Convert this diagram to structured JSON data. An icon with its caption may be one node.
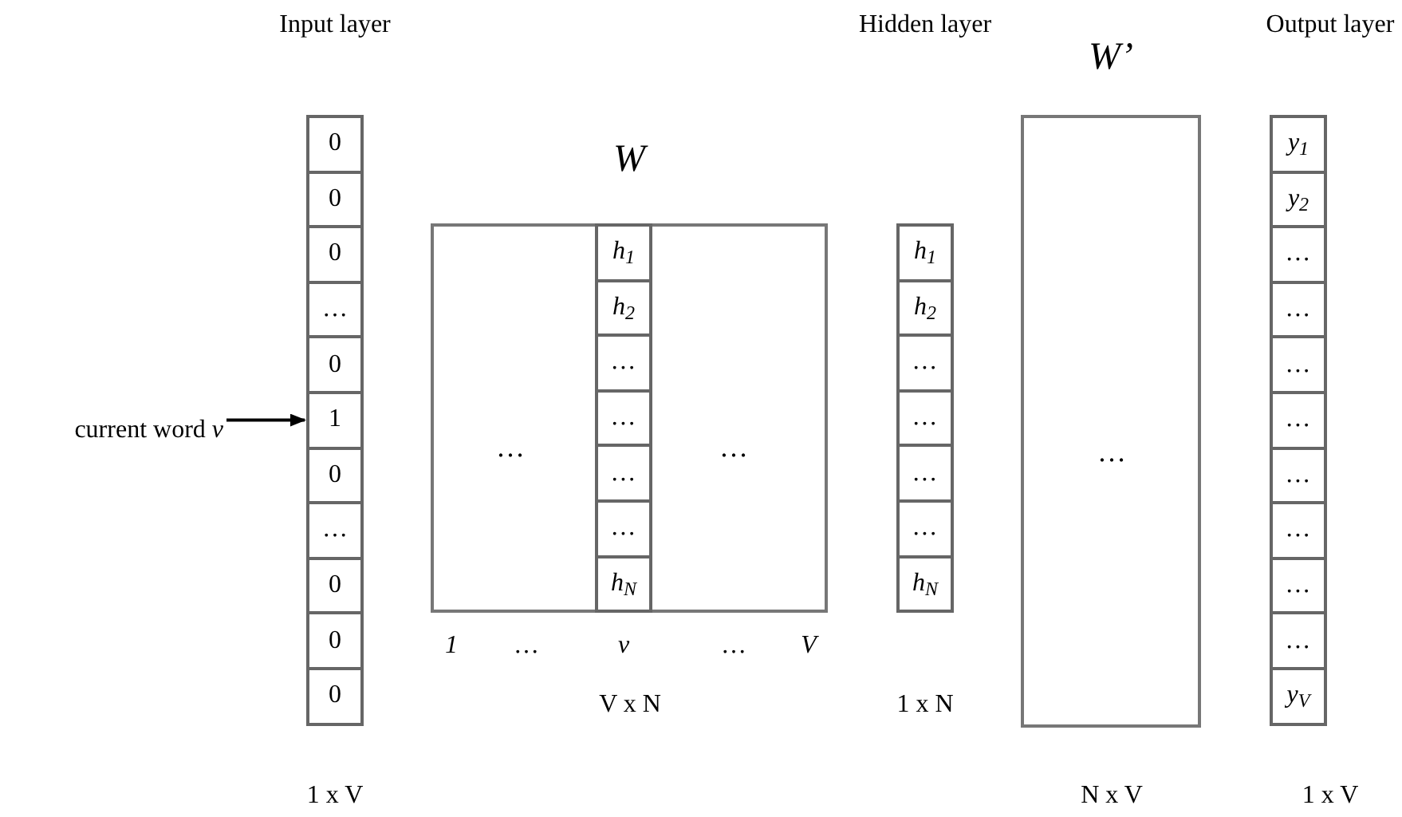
{
  "diagram": {
    "nodes": [
      {
        "text": [
          "current word *v*"
        ]
      },
      {
        "text": [
          "0"
        ]
      },
      {
        "text": [
          "0"
        ]
      },
      {
        "text": [
          "0"
        ]
      },
      {
        "text": [
          "…"
        ]
      },
      {
        "text": [
          "0"
        ]
      },
      {
        "text": [
          "1"
        ]
      },
      {
        "text": [
          "0"
        ]
      },
      {
        "text": [
          "…"
        ]
      },
      {
        "text": [
          "0"
        ]
      },
      {
        "text": [
          "0"
        ]
      },
      {
        "text": [
          "0"
        ]
      },
      {
        "text": [
          "W",
          "…",
          "…"
        ]
      },
      {
        "text": [
          "h$_{1}$"
        ],
        "in": 12
      },
      {
        "text": [
          "h$_{2}$"
        ],
        "in": 12
      },
      {
        "text": [
          "…"
        ],
        "in": 12
      },
      {
        "text": [
          "…"
        ],
        "in": 12
      },
      {
        "text": [
          "…"
        ],
        "in": 12
      },
      {
        "text": [
          "…"
        ],
        "in": 12
      },
      {
        "text": [
          "h$_{N}$"
        ],
        "in": 12
      },
      {
        "text": [
          "h$_{1}$"
        ]
      },
      {
        "text": [
          "h$_{2}$"
        ]
      },
      {
        "text": [
          "…"
        ]
      },
      {
        "text": [
          "…"
        ]
      },
      {
        "text": [
          "…"
        ]
      },
      {
        "text": [
          "…"
        ]
      },
      {
        "text": [
          "h$_{N}$"
        ]
      },
      {
        "text": [
          "W’",
          "…"
        ]
      },
      {
        "text": [
          "y$_{1}$"
        ]
      },
      {
        "text": [
          "y$_{2}$"
        ]
      },
      {
        "text": [
          "…"
        ]
      },
      {
        "text": [
          "…"
        ]
      },
      {
        "text": [
          "…"
        ]
      },
      {
        "text": [
          "…"
        ]
      },
      {
        "text": [
          "…"
        ]
      },
      {
        "text": [
          "…"
        ]
      },
      {
        "text": [
          "…"
        ]
      },
      {
        "text": [
          "…"
        ]
      },
      {
        "text": [
          "y$_{V}$"
        ]
      }
    ],
    "edges": [
      {
        "from": 0,
        "to": 6,
        "arrow": "to"
      }
    ],
    "labels": [
      "Input layer",
      "Hidden layer",
      "Output layer",
      "1",
      "…",
      "v",
      "…",
      "V",
      "V x N",
      "1 x N",
      "1 x V",
      "N x V",
      "1 x V"
    ]
  }
}
